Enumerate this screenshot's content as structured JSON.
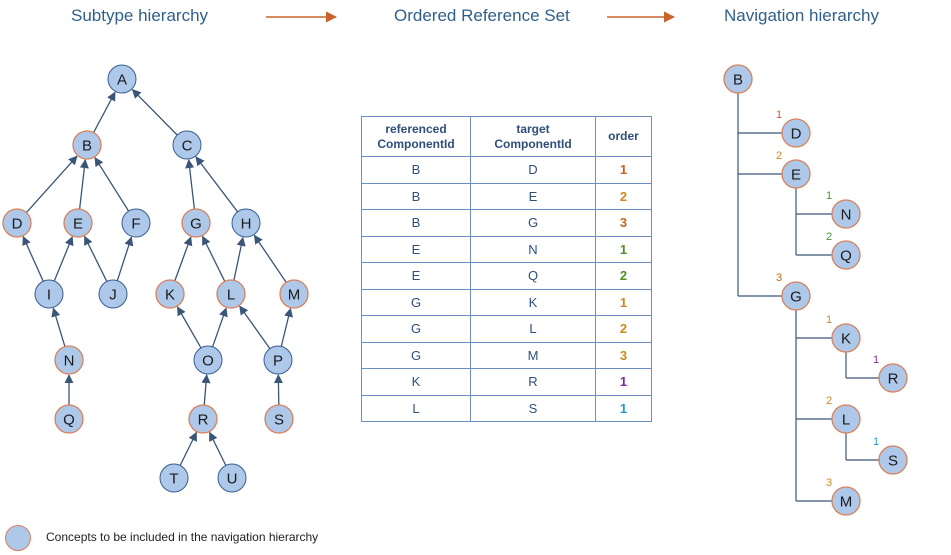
{
  "titles": {
    "subtype": "Subtype hierarchy",
    "refset": "Ordered Reference Set",
    "navigation": "Navigation hierarchy"
  },
  "subtype_hierarchy": {
    "nodes": [
      "A",
      "B",
      "C",
      "D",
      "E",
      "F",
      "G",
      "H",
      "I",
      "J",
      "K",
      "L",
      "M",
      "N",
      "O",
      "P",
      "Q",
      "R",
      "S",
      "T",
      "U"
    ],
    "included": [
      "B",
      "D",
      "E",
      "G",
      "K",
      "L",
      "M",
      "N",
      "Q",
      "R",
      "S"
    ],
    "edges": [
      [
        "B",
        "A"
      ],
      [
        "C",
        "A"
      ],
      [
        "D",
        "B"
      ],
      [
        "E",
        "B"
      ],
      [
        "F",
        "B"
      ],
      [
        "G",
        "C"
      ],
      [
        "H",
        "C"
      ],
      [
        "I",
        "D"
      ],
      [
        "I",
        "E"
      ],
      [
        "J",
        "E"
      ],
      [
        "J",
        "F"
      ],
      [
        "K",
        "G"
      ],
      [
        "L",
        "G"
      ],
      [
        "L",
        "H"
      ],
      [
        "M",
        "H"
      ],
      [
        "N",
        "I"
      ],
      [
        "Q",
        "N"
      ],
      [
        "O",
        "K"
      ],
      [
        "O",
        "L"
      ],
      [
        "P",
        "L"
      ],
      [
        "P",
        "M"
      ],
      [
        "R",
        "O"
      ],
      [
        "S",
        "P"
      ],
      [
        "T",
        "R"
      ],
      [
        "U",
        "R"
      ]
    ]
  },
  "refset_table": {
    "headers": [
      "referenced ComponentId",
      "target ComponentId",
      "order"
    ],
    "rows": [
      {
        "ref": "B",
        "target": "D",
        "order": "1"
      },
      {
        "ref": "B",
        "target": "E",
        "order": "2"
      },
      {
        "ref": "B",
        "target": "G",
        "order": "3"
      },
      {
        "ref": "E",
        "target": "N",
        "order": "1"
      },
      {
        "ref": "E",
        "target": "Q",
        "order": "2"
      },
      {
        "ref": "G",
        "target": "K",
        "order": "1"
      },
      {
        "ref": "G",
        "target": "L",
        "order": "2"
      },
      {
        "ref": "G",
        "target": "M",
        "order": "3"
      },
      {
        "ref": "K",
        "target": "R",
        "order": "1"
      },
      {
        "ref": "L",
        "target": "S",
        "order": "1"
      }
    ]
  },
  "navigation_hierarchy": {
    "root": "B",
    "children": [
      {
        "node": "D",
        "order": "1"
      },
      {
        "node": "E",
        "order": "2"
      },
      {
        "node": "N",
        "order": "1",
        "parent": "E"
      },
      {
        "node": "Q",
        "order": "2",
        "parent": "E"
      },
      {
        "node": "G",
        "order": "3"
      },
      {
        "node": "K",
        "order": "1",
        "parent": "G"
      },
      {
        "node": "R",
        "order": "1",
        "parent": "K"
      },
      {
        "node": "L",
        "order": "2",
        "parent": "G"
      },
      {
        "node": "S",
        "order": "1",
        "parent": "L"
      },
      {
        "node": "M",
        "order": "3",
        "parent": "G"
      }
    ]
  },
  "legend": {
    "text": "Concepts to be included in the navigation hierarchy"
  },
  "colors": {
    "node_fill": "#aec8ea",
    "node_stroke_default": "#3a5f8f",
    "node_stroke_included": "#d9805a",
    "edge": "#3b5578",
    "arrow_orange": "#c9632a",
    "table_border": "#6b8fc4",
    "order_1": "#d35a1e",
    "order_2": "#c98a1e",
    "order_3": "#c06a20",
    "order_green": "#4f8f2a",
    "order_purple": "#7a2a9a",
    "order_cyan": "#1aa0c8"
  }
}
